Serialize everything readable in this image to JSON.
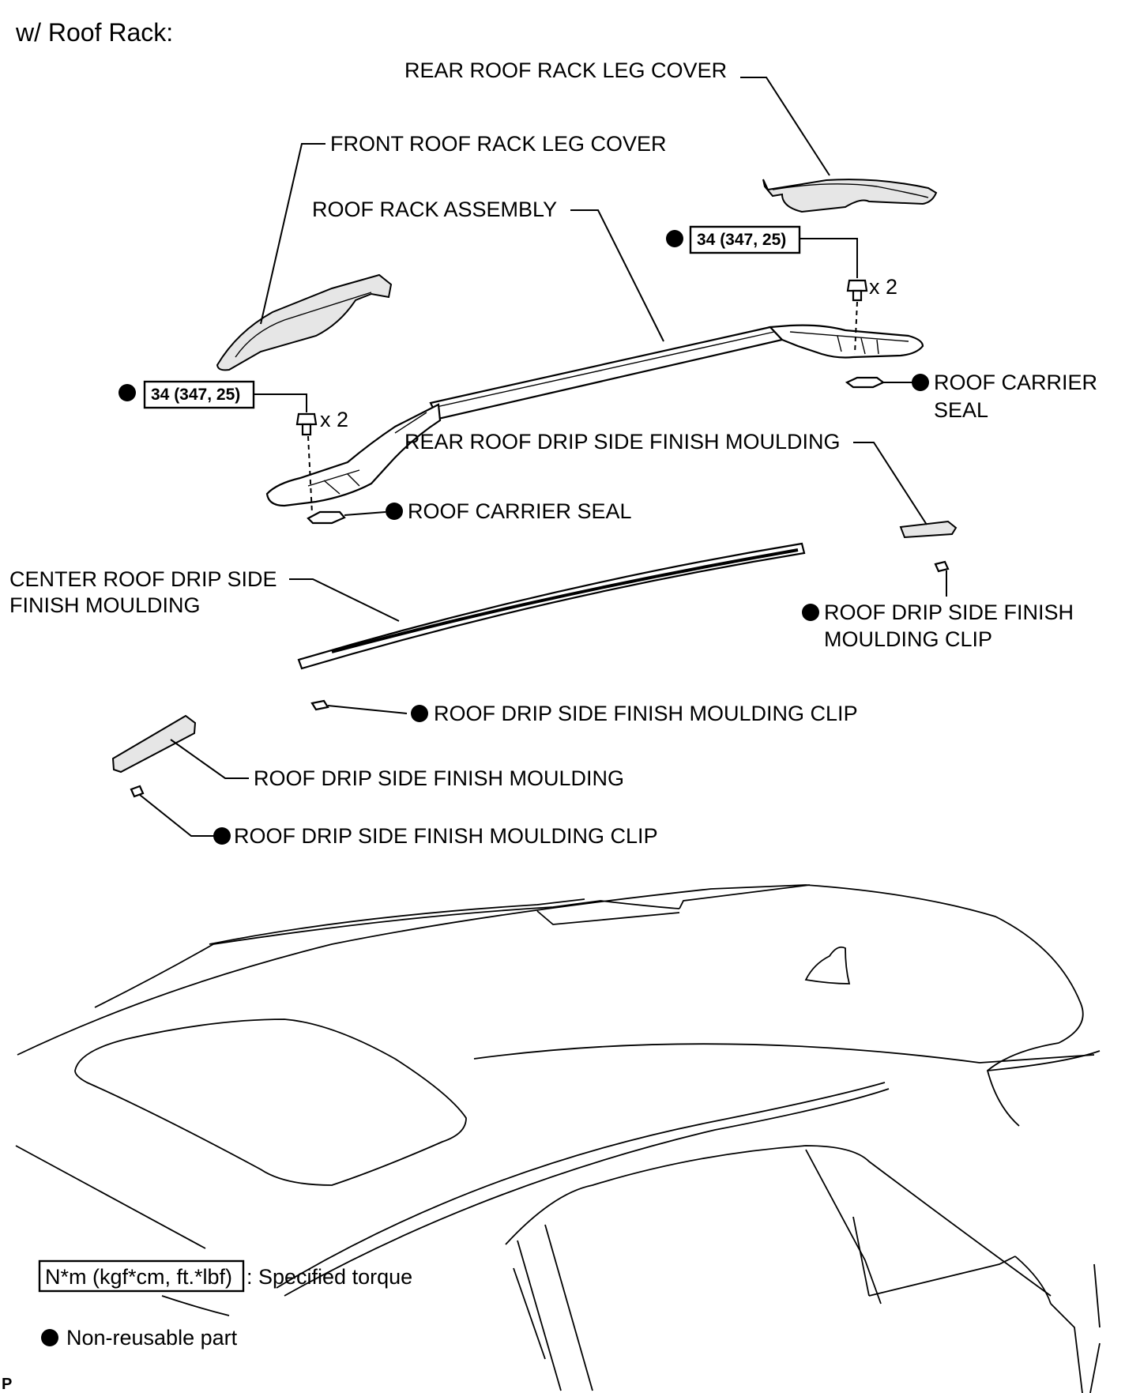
{
  "header": "w/ Roof Rack:",
  "labels": {
    "rear_leg_cover": "REAR ROOF RACK LEG COVER",
    "front_leg_cover": "FRONT ROOF RACK LEG COVER",
    "roof_rack_assembly": "ROOF RACK ASSEMBLY",
    "roof_carrier_seal_rear_l1": "ROOF CARRIER",
    "roof_carrier_seal_rear_l2": "SEAL",
    "rear_drip_moulding": "REAR ROOF DRIP SIDE FINISH MOULDING",
    "roof_carrier_seal_front": "ROOF CARRIER SEAL",
    "center_drip_moulding_l1": "CENTER ROOF DRIP SIDE",
    "center_drip_moulding_l2": "FINISH MOULDING",
    "rear_clip_l1": "ROOF DRIP SIDE FINISH",
    "rear_clip_l2": "MOULDING CLIP",
    "center_clip": "ROOF DRIP SIDE FINISH MOULDING CLIP",
    "front_drip_moulding": "ROOF DRIP SIDE FINISH MOULDING",
    "front_clip": "ROOF DRIP SIDE FINISH MOULDING CLIP"
  },
  "torque": {
    "rear": "34 (347, 25)",
    "front": "34 (347, 25)"
  },
  "quantity": {
    "rear": "x 2",
    "front": "x 2"
  },
  "legend": {
    "torque_unit": "N*m (kgf*cm, ft.*lbf)",
    "torque_desc": ": Specified torque",
    "non_reusable": "Non-reusable part"
  },
  "corner_mark": "P"
}
